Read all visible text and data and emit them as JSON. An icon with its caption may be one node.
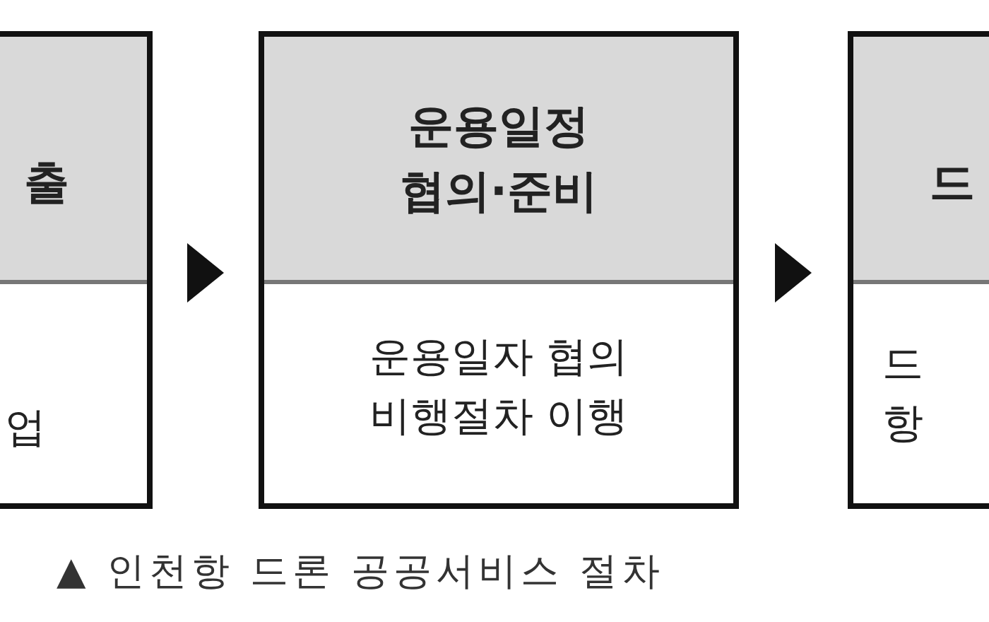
{
  "diagram": {
    "caption": "▲ 인천항 드론 공공서비스 절차",
    "nodes": [
      {
        "text": [
          "출",
          "업"
        ]
      },
      {
        "text": [
          "운용일정 협의·준비",
          "운용일자 협의 비행절차 이행"
        ]
      },
      {
        "text": [
          "드",
          "드 항"
        ]
      }
    ],
    "edges": [
      {
        "from": 0,
        "to": 1,
        "arrow": "to"
      },
      {
        "from": 1,
        "to": 2,
        "arrow": "to"
      }
    ]
  }
}
